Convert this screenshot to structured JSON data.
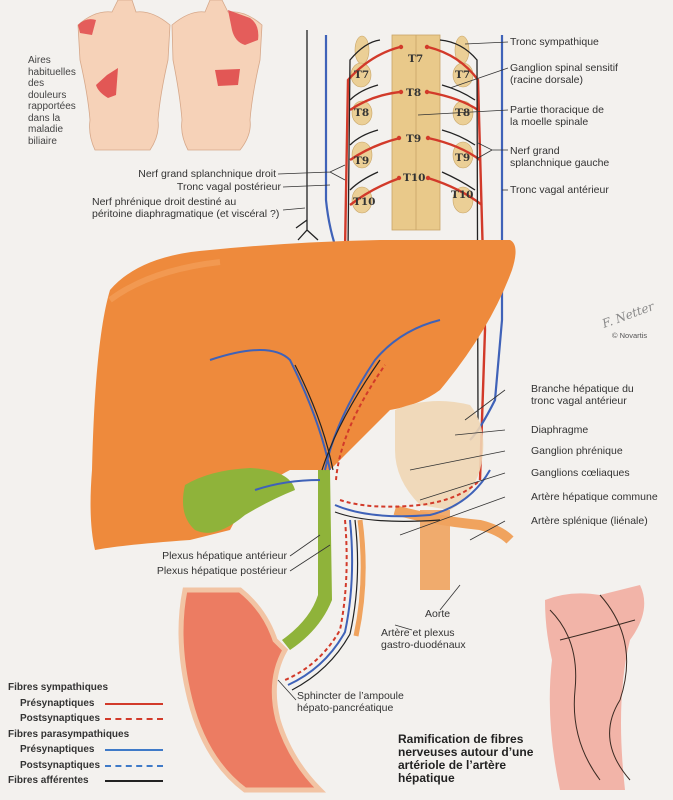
{
  "referred_pain": {
    "label_lines": [
      "Aires",
      "habituelles",
      "des",
      "douleurs",
      "rapportées",
      "dans la",
      "maladie",
      "biliaire"
    ]
  },
  "spinal_levels": {
    "cord": [
      "T7",
      "T8",
      "T9",
      "T10"
    ],
    "left_ganglia": [
      "T7",
      "T8",
      "T9",
      "T10"
    ],
    "right_ganglia": [
      "T7",
      "T8",
      "T9",
      "T10"
    ]
  },
  "labels_right": [
    {
      "id": "tronc-sympathique",
      "lines": [
        "Tronc sympathique"
      ]
    },
    {
      "id": "ganglion-spinal",
      "lines": [
        "Ganglion spinal sensitif",
        "(racine dorsale)"
      ]
    },
    {
      "id": "partie-thoracique",
      "lines": [
        "Partie thoracique de",
        "la moelle spinale"
      ]
    },
    {
      "id": "nerf-grand-splanchnique-gauche",
      "lines": [
        "Nerf grand",
        "splanchnique gauche"
      ]
    },
    {
      "id": "tronc-vagal-anterieur",
      "lines": [
        "Tronc vagal antérieur"
      ]
    },
    {
      "id": "branche-hepatique",
      "lines": [
        "Branche hépatique du",
        "tronc vagal antérieur"
      ]
    },
    {
      "id": "diaphragme",
      "lines": [
        "Diaphragme"
      ]
    },
    {
      "id": "ganglion-phrenique",
      "lines": [
        "Ganglion phrénique"
      ]
    },
    {
      "id": "ganglions-coeliaques",
      "lines": [
        "Ganglions cœliaques"
      ]
    },
    {
      "id": "artere-hepatique-commune",
      "lines": [
        "Artère hépatique commune"
      ]
    },
    {
      "id": "artere-splenique",
      "lines": [
        "Artère splénique (liénale)"
      ]
    }
  ],
  "labels_left": [
    {
      "id": "nerf-grand-splanchnique-droit",
      "lines": [
        "Nerf grand splanchnique droit"
      ]
    },
    {
      "id": "tronc-vagal-posterieur",
      "lines": [
        "Tronc vagal postérieur"
      ]
    },
    {
      "id": "nerf-phrenique-droit",
      "lines": [
        "Nerf phrénique droit destiné au",
        "péritoine diaphragmatique (et viscéral ?)"
      ]
    },
    {
      "id": "plexus-hepatique-anterieur",
      "lines": [
        "Plexus hépatique antérieur"
      ]
    },
    {
      "id": "plexus-hepatique-posterieur",
      "lines": [
        "Plexus hépatique postérieur"
      ]
    }
  ],
  "labels_bottom": [
    {
      "id": "aorte",
      "lines": [
        "Aorte"
      ]
    },
    {
      "id": "artere-plexus-gastro",
      "lines": [
        "Artère et plexus",
        "gastro-duodénaux"
      ]
    },
    {
      "id": "sphincter",
      "lines": [
        "Sphincter de l’ampoule",
        "hépato-pancréatique"
      ]
    }
  ],
  "signature": {
    "name": "F. Netter",
    "copyright": "© Novartis"
  },
  "legend": {
    "sympathetic": {
      "title": "Fibres sympathiques",
      "pre": "Présynaptiques",
      "post": "Postsynaptiques"
    },
    "parasympathetic": {
      "title": "Fibres parasympathiques",
      "pre": "Présynaptiques",
      "post": "Postsynaptiques"
    },
    "afferent": {
      "title": "Fibres afférentes"
    }
  },
  "caption": {
    "lines": [
      "Ramification de fibres",
      "nerveuses autour d’une",
      "artériole de l’artère",
      "hépatique"
    ]
  },
  "colors": {
    "background": "#f3f1ee",
    "liver": "#ee8a3c",
    "gallbladder": "#8fb33a",
    "spine": "#e9c98a",
    "sympathetic": "#d23a2a",
    "parasympathetic": "#3f62b8",
    "afferent": "#222222",
    "referred_pain": "#e0494a",
    "skin": "#f6d2b8"
  }
}
